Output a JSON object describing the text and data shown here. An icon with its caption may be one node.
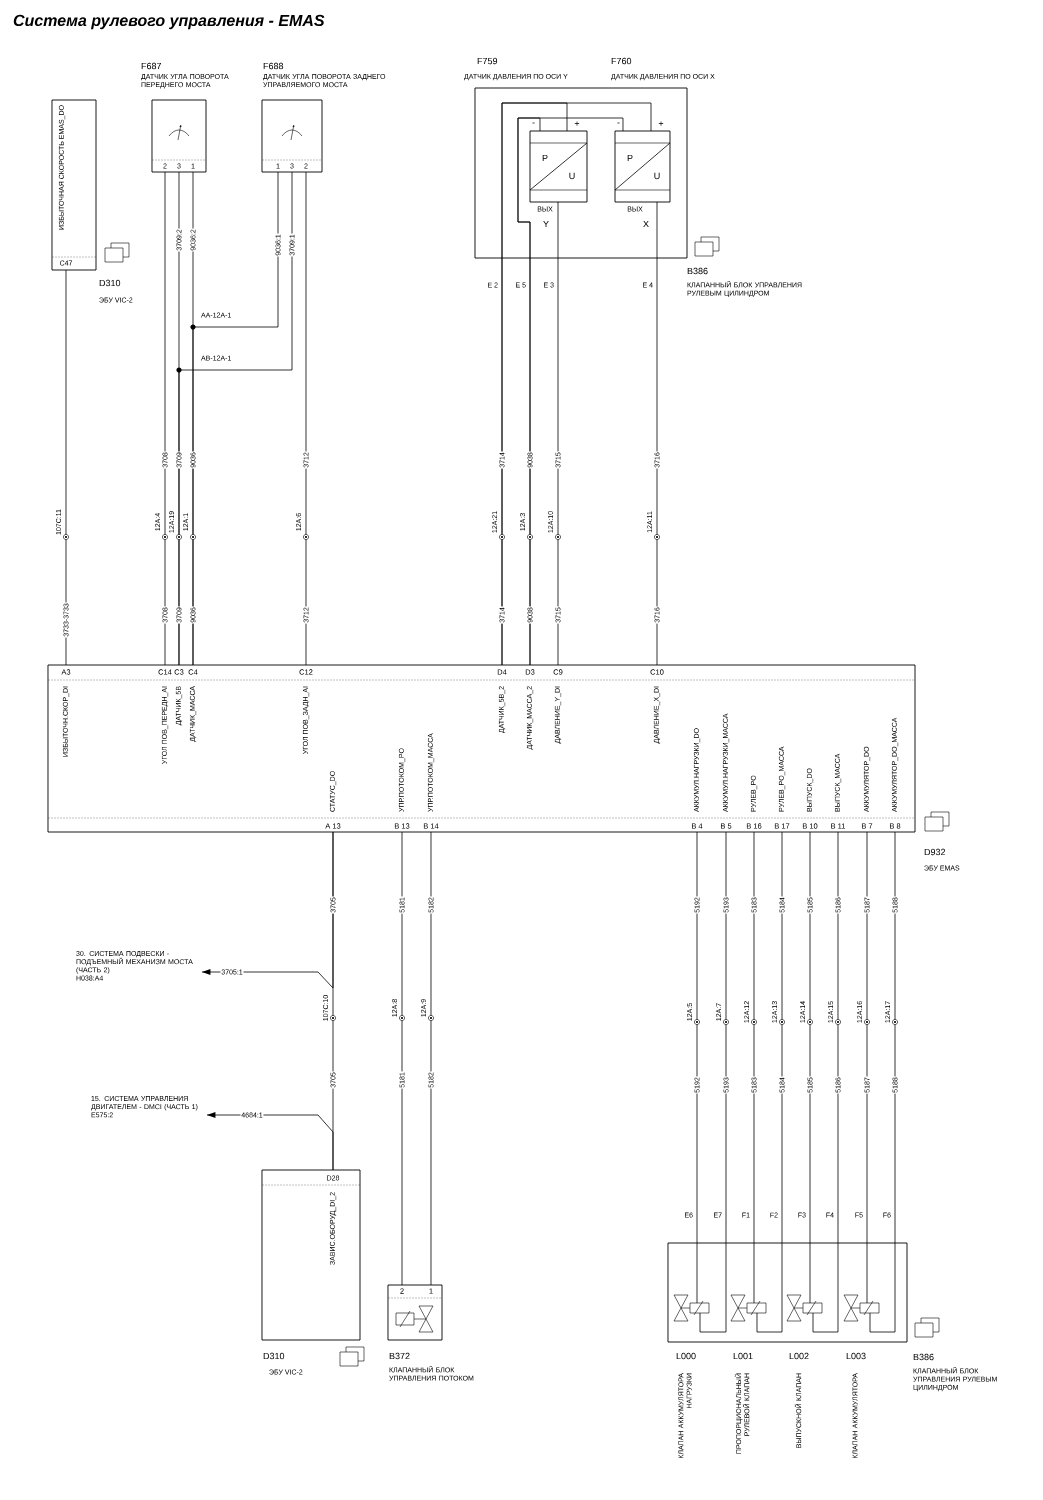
{
  "diagram": {
    "title": "Система рулевого управления - EMAS",
    "nodes": [
      {
        "text": [
          "ИЗБЫТОЧНАЯ СКОРОСТЬ EMAS_DO",
          "C47"
        ],
        "beside": [
          "D310",
          "ЭБУ VIC-2"
        ]
      },
      {
        "text": [
          "F687",
          "ДАТЧИК УГЛА ПОВОРОТА ПЕРЕДНЕГО МОСТА",
          "2",
          "3",
          "1"
        ]
      },
      {
        "text": [
          "F688",
          "ДАТЧИК УГЛА ПОВОРОТА ЗАДНЕГО УПРАВЛЯЕМОГО МОСТА",
          "1",
          "3",
          "2"
        ]
      },
      {
        "text": [
          "F759",
          "ДАТЧИК ДАВЛЕНИЯ ПО ОСИ Y",
          "F760",
          "ДАТЧИК ДАВЛЕНИЯ ПО ОСИ X",
          "E 2",
          "E 5",
          "E 3",
          "E 4"
        ],
        "beside": [
          "B386",
          "КЛАПАННЫЙ БЛОК УПРАВЛЕНИЯ РУЛЕВЫМ ЦИЛИНДРОМ"
        ]
      },
      {
        "text": [
          "-",
          "+",
          "P",
          "U",
          "ВЫХ",
          "Y"
        ],
        "in": 3
      },
      {
        "text": [
          "-",
          "+",
          "P",
          "U",
          "ВЫХ",
          "X"
        ],
        "in": 3
      },
      {
        "text": [
          "A3",
          "ИЗБЫТОЧН.СКОР_DI",
          "C14",
          "УГОЛ ПОВ_ПЕРЕДН_AI",
          "C3",
          "ДАТЧИК_5В",
          "C4",
          "ДАТЧИК_МАССА",
          "C12",
          "УГОЛ ПОВ_ЗАДН_AI",
          "D4",
          "ДАТЧИК_5В_2",
          "D3",
          "ДАТЧИК_МАССА_2",
          "C9",
          "ДАВЛЕНИЕ_Y_DI",
          "C10",
          "ДАВЛЕНИЕ_X_DI",
          "A 13",
          "СТАТУС_DO",
          "B 13",
          "УПР.ПОТОКОМ_PO",
          "B 14",
          "УПР.ПОТОКОМ_МАССА",
          "B 4",
          "АККУМУЛ.НАГРУЗКИ_DO",
          "B 5",
          "АККУМУЛ.НАГРУЗКИ_МАССА",
          "B 16",
          "РУЛЕВ_PO",
          "B 17",
          "РУЛЕВ_PO_МАССА",
          "B 10",
          "ВЫПУСК_DO",
          "B 11",
          "ВЫПУСК_МАССА",
          "B 7",
          "АККУМУЛЯТОР_DO",
          "B 8",
          "АККУМУЛЯТОР_DO_МАССА"
        ],
        "beside": [
          "D932",
          "ЭБУ EMAS"
        ]
      },
      {
        "text": [
          "D28",
          "ЗАВИС.ОБОРУД_DI_2"
        ],
        "beside": [
          "D310",
          "ЭБУ VIC-2"
        ]
      },
      {
        "text": [
          "2",
          "1"
        ],
        "beside": [
          "B372",
          "КЛАПАННЫЙ БЛОК УПРАВЛЕНИЯ ПОТОКОМ"
        ]
      },
      {
        "text": [
          "E6",
          "E7",
          "F1",
          "F2",
          "F3",
          "F4",
          "F5",
          "F6"
        ],
        "beside": [
          "B386",
          "КЛАПАННЫЙ БЛОК УПРАВЛЕНИЯ РУЛЕВЫМ ЦИЛИНДРОМ"
        ]
      },
      {
        "text": [],
        "shape": "valve",
        "in": 9,
        "beside": [
          "L000",
          "КЛАПАН АККУМУЛЯТОРА НАГРУЗКИ"
        ]
      },
      {
        "text": [],
        "shape": "valve",
        "in": 9,
        "beside": [
          "L001",
          "ПРОПОРЦИОНАЛЬНЫЙ РУЛЕВОЙ КЛАПАН"
        ]
      },
      {
        "text": [],
        "shape": "valve",
        "in": 9,
        "beside": [
          "L002",
          "ВЫПУСКНОЙ КЛАПАН"
        ]
      },
      {
        "text": [],
        "shape": "valve",
        "in": 9,
        "beside": [
          "L003",
          "КЛАПАН АККУМУЛЯТОРА"
        ]
      },
      {
        "text": [
          "30. СИСТЕМА ПОДВЕСКИ - ПОДЪЕМНЫЙ МЕХАНИЗМ МОСТА (ЧАСТЬ 2)",
          "H038:A4"
        ]
      },
      {
        "text": [
          "15. СИСТЕМА УПРАВЛЕНИЯ ДВИГАТЕЛЕМ - DMCI (ЧАСТЬ 1)",
          "E575:2"
        ]
      }
    ],
    "edges": [
      {
        "from": 0,
        "to": 6,
        "arrow": "none",
        "label": "3733-3733"
      },
      {
        "from": 1,
        "to": 6,
        "arrow": "none",
        "label": "3708"
      },
      {
        "from": 1,
        "to": 6,
        "arrow": "none",
        "label": "3709:2"
      },
      {
        "from": 1,
        "to": 6,
        "arrow": "none",
        "label": "9036:2"
      },
      {
        "from": 2,
        "to": 6,
        "arrow": "none",
        "label": "9036:1"
      },
      {
        "from": 2,
        "to": 6,
        "arrow": "none",
        "label": "3709:1"
      },
      {
        "from": 2,
        "to": 6,
        "arrow": "none",
        "label": "3712"
      },
      {
        "from": 4,
        "to": 6,
        "arrow": "none",
        "label": "3714"
      },
      {
        "from": 5,
        "to": 6,
        "arrow": "none"
      },
      {
        "from": 4,
        "to": 6,
        "arrow": "none",
        "label": "9038"
      },
      {
        "from": 5,
        "to": 6,
        "arrow": "none"
      },
      {
        "from": 4,
        "to": 6,
        "arrow": "none",
        "label": "3715"
      },
      {
        "from": 5,
        "to": 6,
        "arrow": "none",
        "label": "3716"
      },
      {
        "from": 6,
        "to": 7,
        "arrow": "none",
        "label": "3705"
      },
      {
        "from": 6,
        "to": 14,
        "arrow": "to",
        "label": "3705:1"
      },
      {
        "from": 7,
        "to": 15,
        "arrow": "to",
        "label": "4684:1"
      },
      {
        "from": 6,
        "to": 8,
        "arrow": "none",
        "label": "5181"
      },
      {
        "from": 6,
        "to": 8,
        "arrow": "none",
        "label": "5182"
      },
      {
        "from": 6,
        "to": 10,
        "arrow": "none",
        "label": "5192"
      },
      {
        "from": 6,
        "to": 10,
        "arrow": "none",
        "label": "5193"
      },
      {
        "from": 6,
        "to": 11,
        "arrow": "none",
        "label": "5183"
      },
      {
        "from": 6,
        "to": 11,
        "arrow": "none",
        "label": "5184"
      },
      {
        "from": 6,
        "to": 12,
        "arrow": "none",
        "label": "5185"
      },
      {
        "from": 6,
        "to": 12,
        "arrow": "none",
        "label": "5186"
      },
      {
        "from": 6,
        "to": 13,
        "arrow": "none",
        "label": "5187"
      },
      {
        "from": 6,
        "to": 13,
        "arrow": "none",
        "label": "5188"
      }
    ],
    "labels": [
      "AA-12A-1",
      "AB-12A-1",
      "3709",
      "9036",
      "107C:11",
      "12A:4",
      "12A:19",
      "12A:1",
      "12A:6",
      "12A:21",
      "12A:3",
      "12A:10",
      "12A:11",
      "3708",
      "3709",
      "9036",
      "3712",
      "3714",
      "9038",
      "3715",
      "3716",
      "107C:10",
      "12A:8",
      "12A:9",
      "12A:5",
      "12A:7",
      "12A:12",
      "12A:13",
      "12A:14",
      "12A:15",
      "12A:16",
      "12A:17",
      "3705",
      "5181",
      "5182",
      "5192",
      "5193",
      "5183",
      "5184",
      "5185",
      "5186",
      "5187",
      "5188"
    ]
  }
}
